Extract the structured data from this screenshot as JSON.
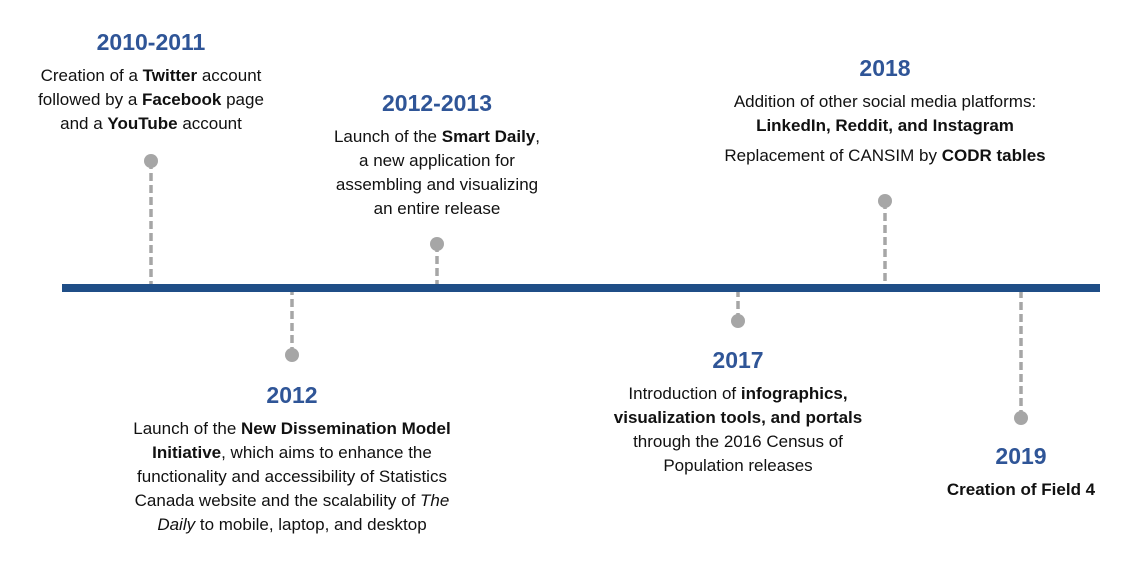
{
  "colors": {
    "axis": "#1f4e87",
    "year": "#2f5597",
    "stem": "#a6a6a6"
  },
  "events": [
    {
      "year": "2010-2011",
      "side": "above",
      "lines": [
        [
          {
            "t": "Creation of a "
          },
          {
            "t": "Twitter",
            "s": "b"
          },
          {
            "t": " account"
          }
        ],
        [
          {
            "t": "followed by a "
          },
          {
            "t": "Facebook",
            "s": "b"
          },
          {
            "t": " page"
          }
        ],
        [
          {
            "t": "and a "
          },
          {
            "t": "YouTube",
            "s": "b"
          },
          {
            "t": " account"
          }
        ]
      ]
    },
    {
      "year": "2012",
      "side": "below",
      "lines": [
        [
          {
            "t": "Launch of the "
          },
          {
            "t": "New Dissemination Model",
            "s": "b"
          }
        ],
        [
          {
            "t": "Initiative",
            "s": "b"
          },
          {
            "t": ", which aims to enhance the"
          }
        ],
        [
          {
            "t": "functionality and accessibility of Statistics"
          }
        ],
        [
          {
            "t": "Canada website and the scalability of "
          },
          {
            "t": "The",
            "s": "i"
          }
        ],
        [
          {
            "t": "Daily",
            "s": "i"
          },
          {
            "t": " to mobile, laptop, and desktop"
          }
        ]
      ]
    },
    {
      "year": "2012-2013",
      "side": "above",
      "lines": [
        [
          {
            "t": "Launch of the "
          },
          {
            "t": "Smart Daily",
            "s": "b"
          },
          {
            "t": ","
          }
        ],
        [
          {
            "t": "a new application for"
          }
        ],
        [
          {
            "t": "assembling and visualizing"
          }
        ],
        [
          {
            "t": "an entire release"
          }
        ]
      ]
    },
    {
      "year": "2017",
      "side": "below",
      "lines": [
        [
          {
            "t": "Introduction of "
          },
          {
            "t": "infographics,",
            "s": "b"
          }
        ],
        [
          {
            "t": "visualization tools, and portals",
            "s": "b"
          }
        ],
        [
          {
            "t": "through the 2016 Census of"
          }
        ],
        [
          {
            "t": "Population releases"
          }
        ]
      ]
    },
    {
      "year": "2018",
      "side": "above",
      "lines": [
        [
          {
            "t": "Addition of other social media platforms:"
          }
        ],
        [
          {
            "t": "LinkedIn, Reddit, and Instagram",
            "s": "b"
          }
        ],
        [
          {
            "t": "Replacement of CANSIM by ",
            "gap": true
          },
          {
            "t": "CODR tables",
            "s": "b"
          }
        ]
      ]
    },
    {
      "year": "2019",
      "side": "below",
      "lines": [
        [
          {
            "t": "Creation of Field 4",
            "s": "b"
          }
        ]
      ]
    }
  ]
}
